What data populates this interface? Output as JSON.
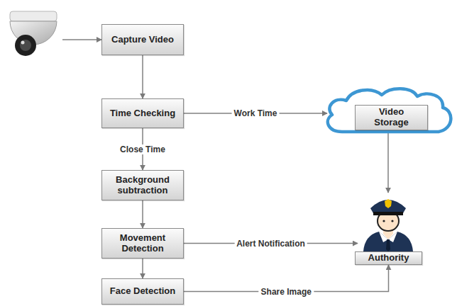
{
  "diagram": {
    "nodes": [
      {
        "text": [
          "Capture Video"
        ]
      },
      {
        "text": [
          "Time Checking"
        ]
      },
      {
        "text": [
          "Video Storage"
        ]
      },
      {
        "text": [
          "Background subtraction"
        ]
      },
      {
        "text": [
          "Movement Detection"
        ]
      },
      {
        "text": [
          "Authority"
        ]
      },
      {
        "text": [
          "Face Detection"
        ]
      }
    ],
    "edges": [
      {
        "from": 0,
        "to": 1,
        "arrow": "to"
      },
      {
        "from": 1,
        "to": 2,
        "label": "Work Time",
        "arrow": "to"
      },
      {
        "from": 1,
        "to": 3,
        "label": "Close Time",
        "arrow": "to"
      },
      {
        "from": 3,
        "to": 4,
        "arrow": "to"
      },
      {
        "from": 4,
        "to": 5,
        "label": "Alert Notification",
        "arrow": "to"
      },
      {
        "from": 4,
        "to": 6,
        "arrow": "to"
      },
      {
        "from": 6,
        "to": 5,
        "label": "Share Image",
        "arrow": "to"
      },
      {
        "from": 2,
        "to": 5,
        "arrow": "to"
      }
    ]
  }
}
